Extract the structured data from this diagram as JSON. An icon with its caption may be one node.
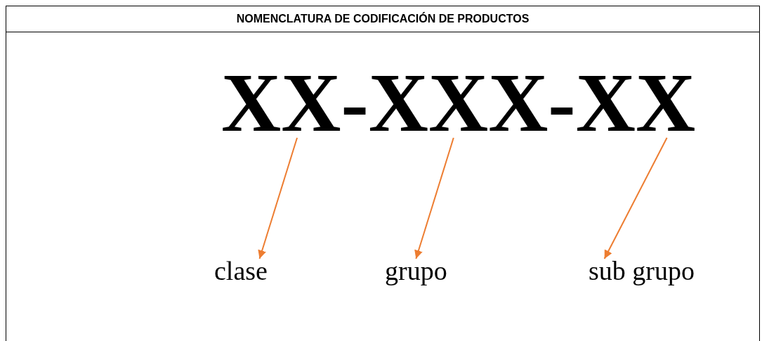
{
  "diagram": {
    "title": "NOMENCLATURA DE CODIFICACIÓN DE PRODUCTOS",
    "nodes": [
      {
        "text": [
          "XX-XXX-XX"
        ]
      },
      {
        "text": [
          "clase"
        ]
      },
      {
        "text": [
          "grupo"
        ]
      },
      {
        "text": [
          "sub grupo"
        ]
      }
    ],
    "edges": [
      {
        "from": 0,
        "to": 1,
        "arrow": "to",
        "color": "#ed7d31"
      },
      {
        "from": 0,
        "to": 2,
        "arrow": "to",
        "color": "#ed7d31"
      },
      {
        "from": 0,
        "to": 3,
        "arrow": "to",
        "color": "#ed7d31"
      }
    ]
  }
}
